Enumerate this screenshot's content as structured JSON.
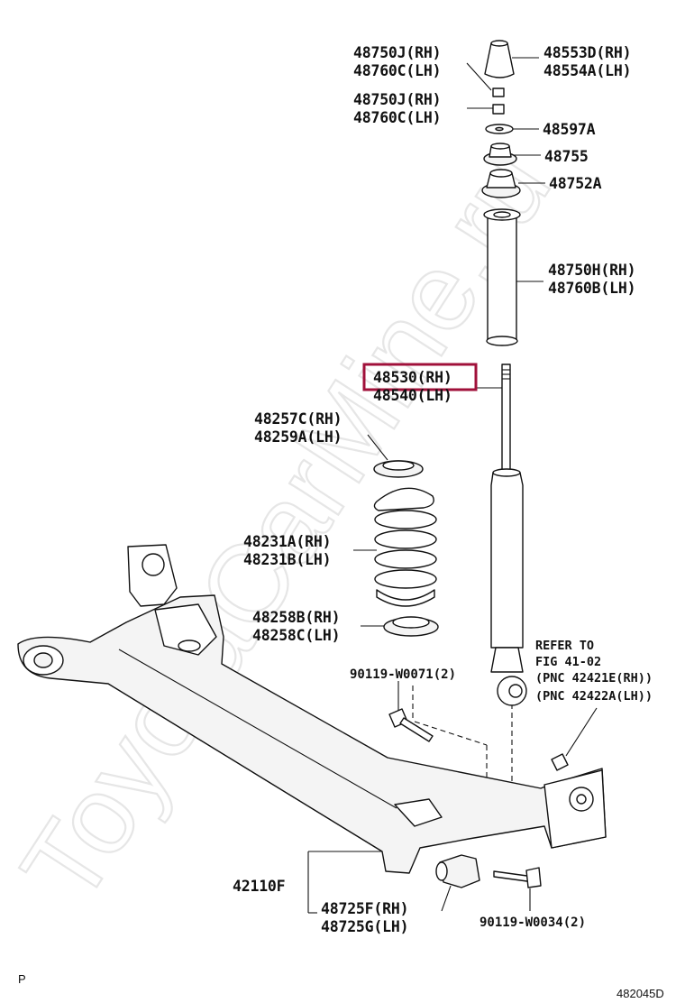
{
  "diagram_id": "482045D",
  "corner_mark": "P",
  "watermark": "ToyotaCarMine.ru",
  "highlight_color": "#a0103a",
  "labels": {
    "bump_stopper_rh": "48553D(RH)",
    "bump_stopper_lh": "48554A(LH)",
    "nut_top_rh": "48750J(RH)",
    "nut_top_lh": "48760C(LH)",
    "nut_second_rh": "48750J(RH)",
    "nut_second_lh": "48760C(LH)",
    "washer": "48597A",
    "cushion_upper": "48755",
    "cushion_lower": "48752A",
    "boot_rh": "48750H(RH)",
    "boot_lh": "48760B(LH)",
    "absorber_rh": "48530(RH)",
    "absorber_lh": "48540(LH)",
    "spring_insulator_upper_rh": "48257C(RH)",
    "spring_insulator_upper_lh": "48259A(LH)",
    "coil_spring_rh": "48231A(RH)",
    "coil_spring_lh": "48231B(LH)",
    "spring_insulator_lower_rh": "48258B(RH)",
    "spring_insulator_lower_lh": "48258C(LH)",
    "bolt_absorber": "90119-W0071(2)",
    "axle_beam": "42110F",
    "bushing_rh": "48725F(RH)",
    "bushing_lh": "48725G(LH)",
    "bolt_beam": "90119-W0034(2)"
  },
  "refer": {
    "line1": "REFER TO",
    "line2": "FIG 41-02",
    "line3": "(PNC 42421E(RH))",
    "line4": "(PNC 42422A(LH))"
  }
}
